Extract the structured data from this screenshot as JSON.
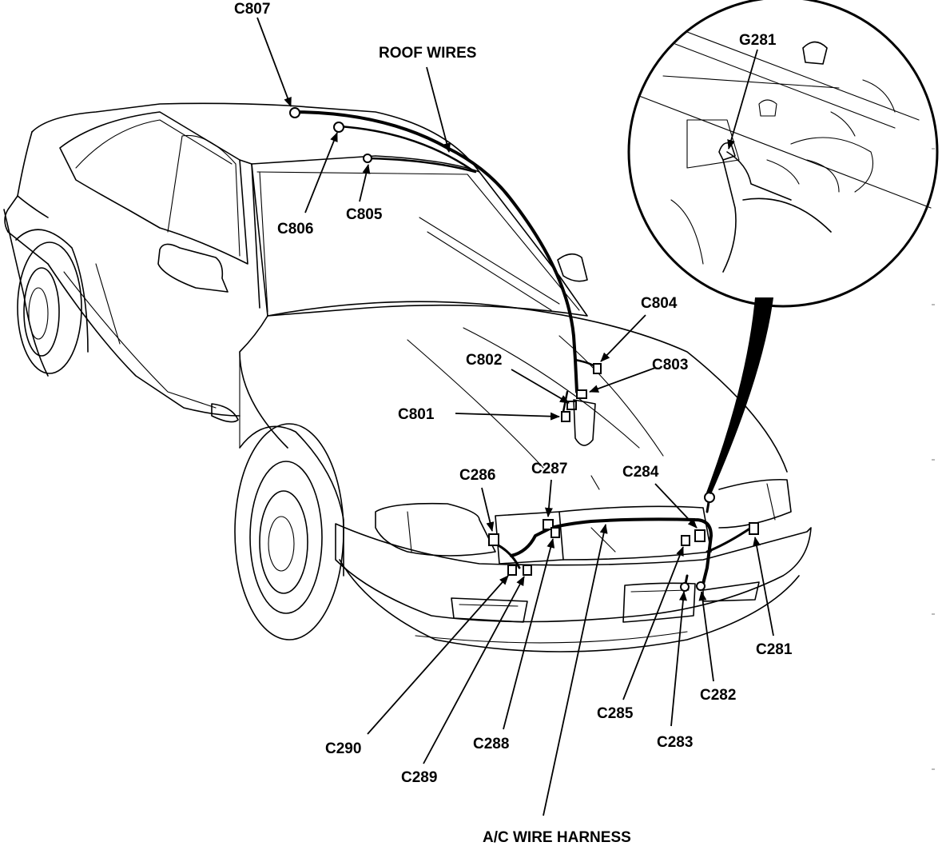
{
  "labels": {
    "c807": "C807",
    "roof_wires": "ROOF WIRES",
    "c806": "C806",
    "c805": "C805",
    "g281": "G281",
    "c804": "C804",
    "c802": "C802",
    "c803": "C803",
    "c801": "C801",
    "c286": "C286",
    "c287": "C287",
    "c284": "C284",
    "c281": "C281",
    "c282": "C282",
    "c285": "C285",
    "c283": "C283",
    "c288": "C288",
    "c290": "C290",
    "c289": "C289",
    "ac_harness": "A/C WIRE HARNESS"
  }
}
